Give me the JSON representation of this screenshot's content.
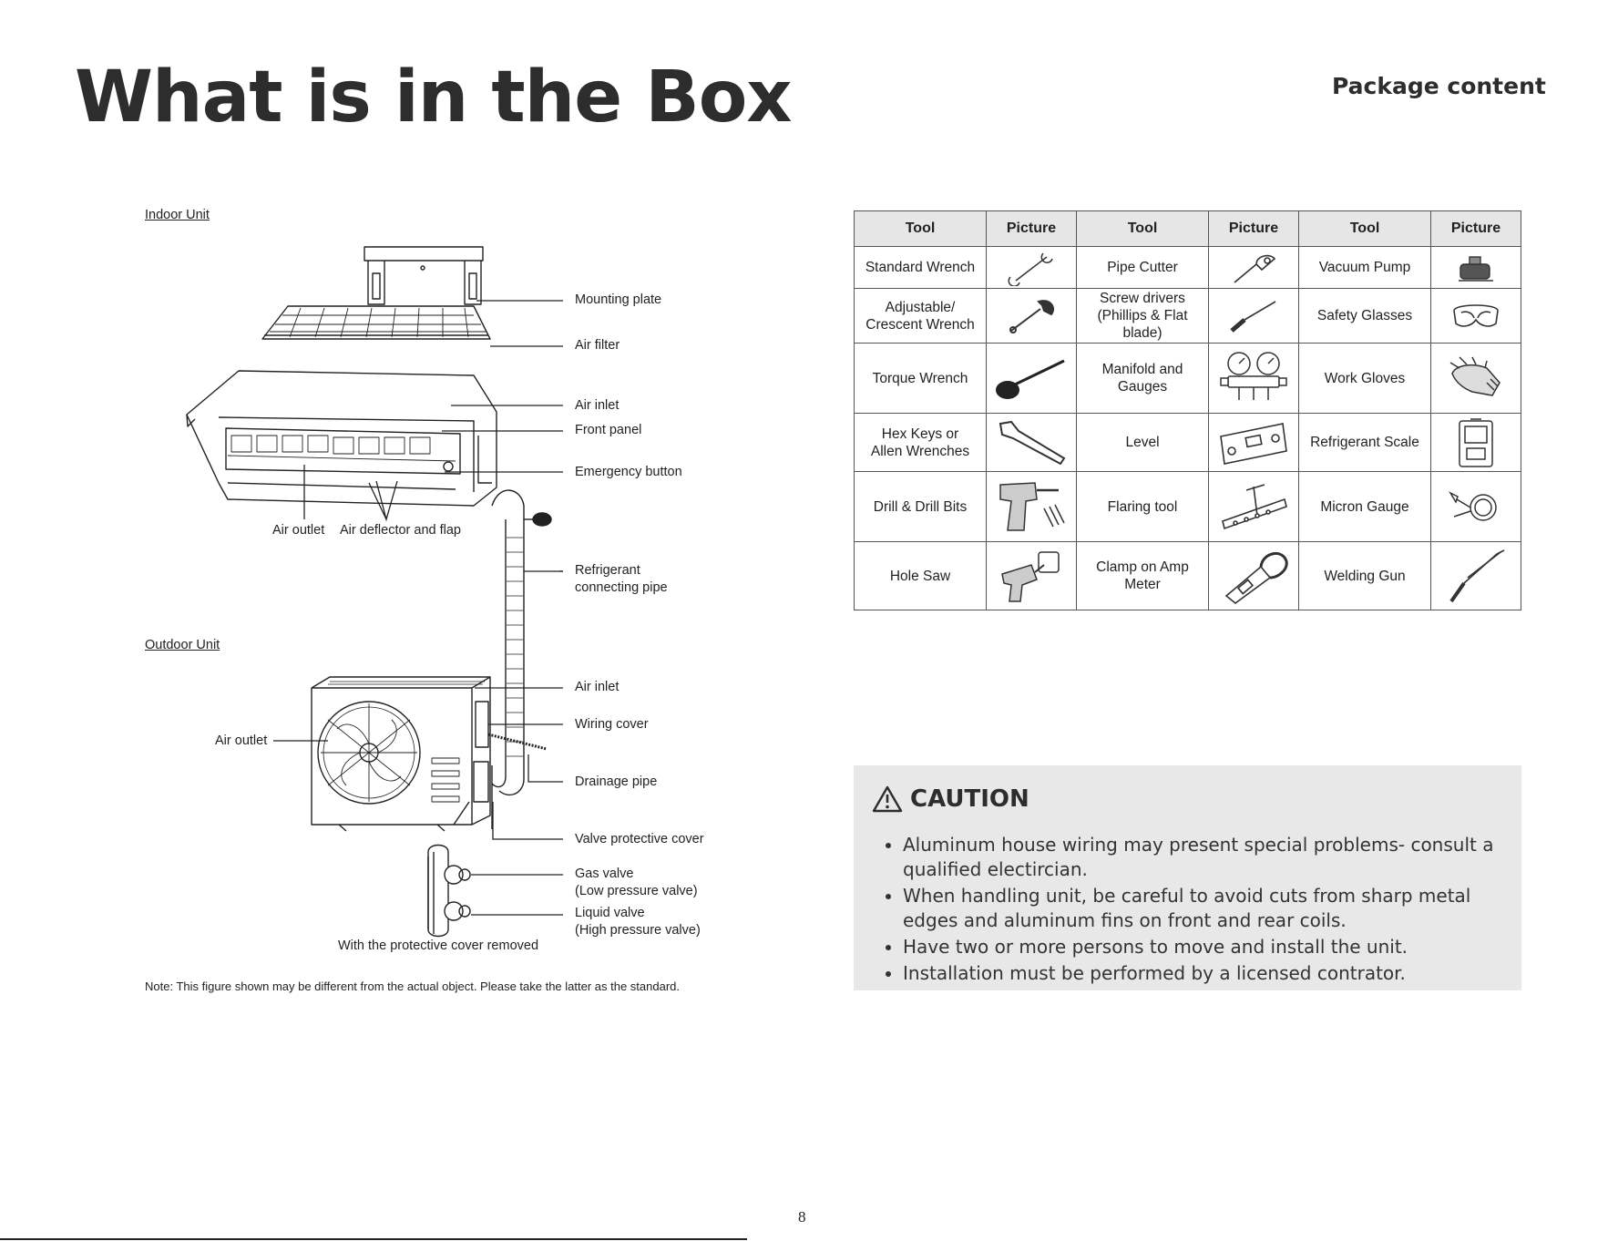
{
  "title": "What is in the Box",
  "section_label": "Package content",
  "diagram": {
    "indoor_label": "Indoor Unit",
    "outdoor_label": "Outdoor Unit",
    "callouts": {
      "mounting_plate": "Mounting plate",
      "air_filter": "Air filter",
      "air_inlet_indoor": "Air inlet",
      "front_panel": "Front panel",
      "emergency_button": "Emergency button",
      "air_outlet_indoor": "Air outlet",
      "air_deflector": "Air deflector and flap",
      "refrigerant_pipe_1": "Refrigerant",
      "refrigerant_pipe_2": "connecting pipe",
      "air_inlet_outdoor": "Air inlet",
      "air_outlet_outdoor": "Air outlet",
      "wiring_cover": "Wiring cover",
      "drainage_pipe": "Drainage pipe",
      "valve_cover": "Valve protective cover",
      "gas_valve_1": "Gas valve",
      "gas_valve_2": "(Low pressure valve)",
      "liquid_valve_1": "Liquid valve",
      "liquid_valve_2": "(High pressure valve)",
      "cover_removed": "With the protective cover removed"
    },
    "note": "Note: This figure shown may be different from the actual object. Please take the latter as the standard."
  },
  "table": {
    "headers": [
      "Tool",
      "Picture",
      "Tool",
      "Picture",
      "Tool",
      "Picture"
    ],
    "rows": [
      [
        {
          "tool": "Standard Wrench",
          "icon": "wrench-icon"
        },
        {
          "tool": "Pipe Cutter",
          "icon": "pipe-cutter-icon"
        },
        {
          "tool": "Vacuum Pump",
          "icon": "vacuum-pump-icon"
        }
      ],
      [
        {
          "tool": "Adjustable/\nCrescent Wrench",
          "icon": "adjustable-wrench-icon"
        },
        {
          "tool": "Screw drivers\n(Phillips & Flat\nblade)",
          "icon": "screwdriver-icon"
        },
        {
          "tool": "Safety Glasses",
          "icon": "safety-glasses-icon"
        }
      ],
      [
        {
          "tool": "Torque Wrench",
          "icon": "torque-wrench-icon"
        },
        {
          "tool": "Manifold and\nGauges",
          "icon": "manifold-gauges-icon"
        },
        {
          "tool": "Work Gloves",
          "icon": "work-gloves-icon"
        }
      ],
      [
        {
          "tool": "Hex Keys or\nAllen Wrenches",
          "icon": "hex-key-icon"
        },
        {
          "tool": "Level",
          "icon": "level-icon"
        },
        {
          "tool": "Refrigerant Scale",
          "icon": "refrigerant-scale-icon"
        }
      ],
      [
        {
          "tool": "Drill & Drill Bits",
          "icon": "drill-icon"
        },
        {
          "tool": "Flaring tool",
          "icon": "flaring-tool-icon"
        },
        {
          "tool": "Micron Gauge",
          "icon": "micron-gauge-icon"
        }
      ],
      [
        {
          "tool": "Hole Saw",
          "icon": "hole-saw-icon"
        },
        {
          "tool": "Clamp on Amp\nMeter",
          "icon": "clamp-meter-icon"
        },
        {
          "tool": "Welding Gun",
          "icon": "welding-gun-icon"
        }
      ]
    ]
  },
  "caution": {
    "title": "CAUTION",
    "icon": "warning-triangle-icon",
    "items": [
      "Aluminum house wiring may present special problems- consult a qualified electircian.",
      "When handling unit, be careful to avoid cuts from sharp metal edges and aluminum fins on front and rear coils.",
      "Have two or more persons to move and install the unit.",
      "Installation must be performed by a licensed contrator."
    ]
  },
  "page_number": "8"
}
